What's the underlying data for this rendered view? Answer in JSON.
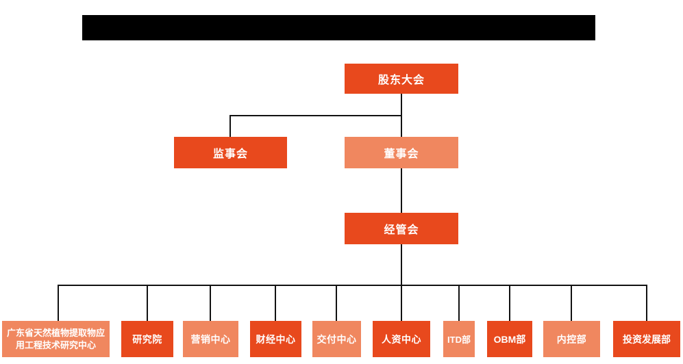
{
  "colors": {
    "dark_orange": "#E8491D",
    "light_orange": "#F0875F",
    "line": "#111111",
    "redacted_bar": "#000000",
    "node_text": "#FFFFFF",
    "background": "#FFFFFF"
  },
  "org_chart": {
    "title_bar": {
      "redacted": true
    },
    "nodes": {
      "shareholders": {
        "label": "股东大会",
        "variant": "dark"
      },
      "supervisory": {
        "label": "监事会",
        "variant": "dark"
      },
      "board": {
        "label": "董事会",
        "variant": "light"
      },
      "management": {
        "label": "经管会",
        "variant": "dark"
      },
      "departments": [
        {
          "label": "广东省天然植物提取物应用工程技术研究中心",
          "variant": "light"
        },
        {
          "label": "研究院",
          "variant": "dark"
        },
        {
          "label": "营销中心",
          "variant": "light"
        },
        {
          "label": "财经中心",
          "variant": "dark"
        },
        {
          "label": "交付中心",
          "variant": "light"
        },
        {
          "label": "人资中心",
          "variant": "dark"
        },
        {
          "label": "ITD部",
          "variant": "light"
        },
        {
          "label": "OBM部",
          "variant": "dark"
        },
        {
          "label": "内控部",
          "variant": "light"
        },
        {
          "label": "投资发展部",
          "variant": "dark"
        }
      ]
    }
  }
}
